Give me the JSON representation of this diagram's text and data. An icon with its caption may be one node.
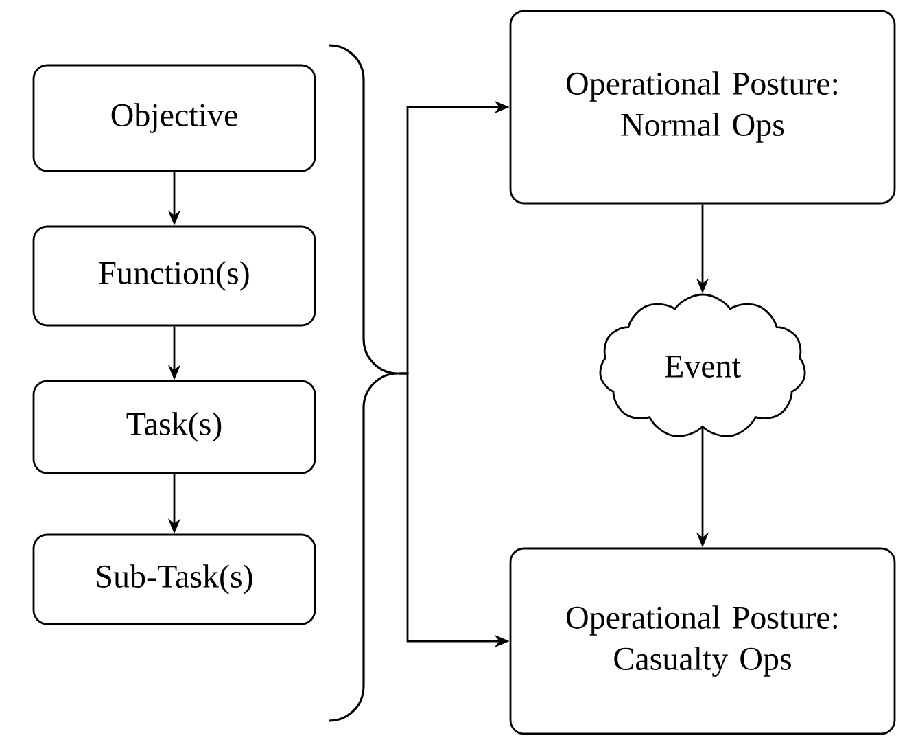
{
  "diagram": {
    "nodes": [
      {
        "text": [
          "Objective"
        ]
      },
      {
        "text": [
          "Function(s)"
        ]
      },
      {
        "text": [
          "Task(s)"
        ]
      },
      {
        "text": [
          "Sub-Task(s)"
        ]
      },
      {
        "text": [],
        "shape": "brace"
      },
      {
        "text": [
          "Operational Posture: Normal Ops"
        ]
      },
      {
        "text": [
          "Event"
        ]
      },
      {
        "text": [
          "Operational Posture: Casualty Ops"
        ]
      }
    ],
    "edges": [
      {
        "from": 0,
        "to": 1,
        "arrow": "to"
      },
      {
        "from": 1,
        "to": 2,
        "arrow": "to"
      },
      {
        "from": 2,
        "to": 3,
        "arrow": "to"
      },
      {
        "from": 4,
        "to": 5,
        "arrow": "to"
      },
      {
        "from": 4,
        "to": 7,
        "arrow": "to"
      },
      {
        "from": 5,
        "to": 6,
        "arrow": "to"
      },
      {
        "from": 6,
        "to": 7,
        "arrow": "to"
      }
    ]
  }
}
